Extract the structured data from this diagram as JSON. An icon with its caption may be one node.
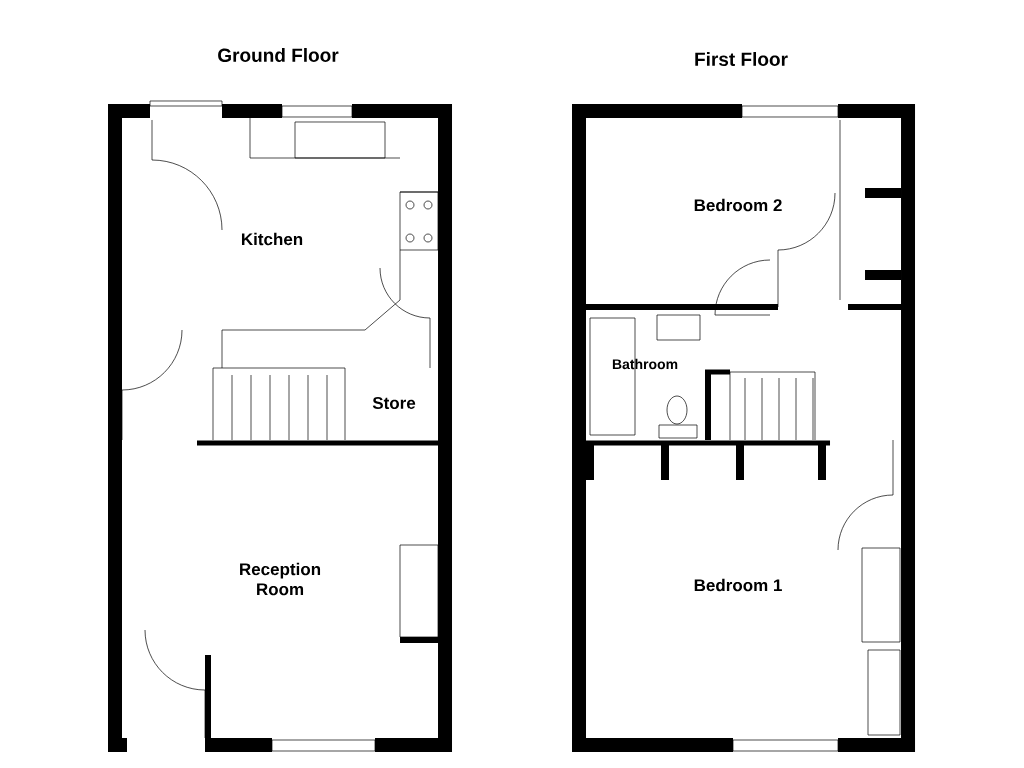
{
  "diagram": {
    "labels": [
      "Ground Floor",
      "First Floor",
      "Kitchen",
      "Bedroom 2",
      "Bathroom",
      "Store",
      "Reception Room",
      "Bedroom 1"
    ]
  }
}
